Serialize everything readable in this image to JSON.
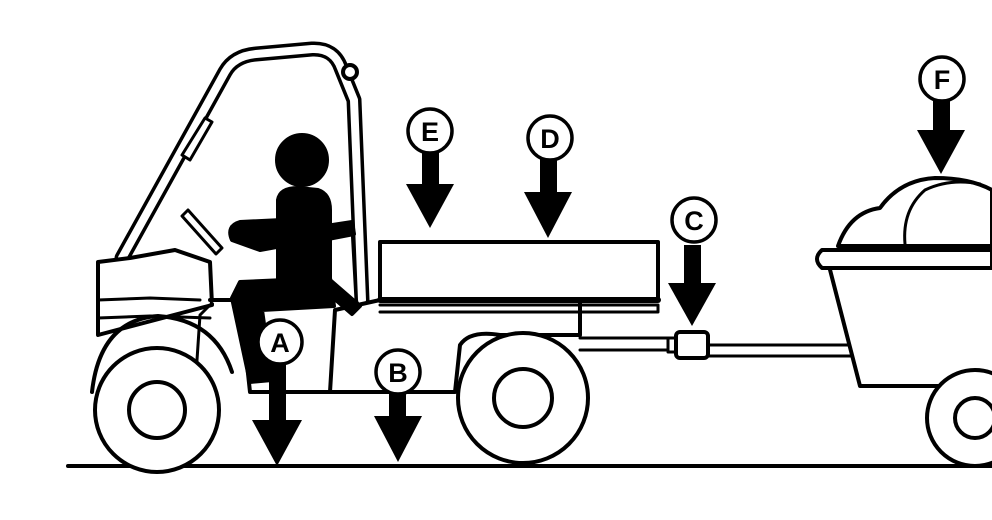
{
  "diagram": {
    "callouts": [
      {
        "id": "A",
        "text": "A"
      },
      {
        "id": "B",
        "text": "B"
      },
      {
        "id": "C",
        "text": "C"
      },
      {
        "id": "D",
        "text": "D"
      },
      {
        "id": "E",
        "text": "E"
      },
      {
        "id": "F",
        "text": "F"
      }
    ],
    "colors": {
      "ink": "#000000",
      "paper": "#ffffff"
    }
  }
}
